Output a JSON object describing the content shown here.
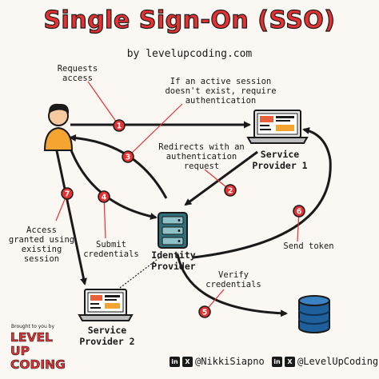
{
  "title": "Single Sign-On (SSO)",
  "byline": "by levelupcoding.com",
  "nodes": {
    "sp1": "Service\nProvider 1",
    "sp2": "Service\nProvider 2",
    "idp": "Identity\nProvider"
  },
  "steps": {
    "s1": "1",
    "s2": "2",
    "s3": "3",
    "s4": "4",
    "s5": "5",
    "s6": "6",
    "s7": "7"
  },
  "notes": {
    "requests_access": "Requests\naccess",
    "no_session": "If an active session\ndoesn't exist, require\nauthentication",
    "redirects": "Redirects with an\nauthentication\nrequest",
    "submit": "Submit\ncredentials",
    "access_granted": "Access\ngranted using\nexisting\nsession",
    "send_token": "Send token",
    "verify": "Verify\ncredentials"
  },
  "brand": {
    "brought": "Brought to you by",
    "name_line1": "LEVEL UP",
    "name_line2": "CODING"
  },
  "social": {
    "handle1": "@NikkiSiapno",
    "handle2": "@LevelUpCoding",
    "linkedin_icon_text": "in",
    "x_icon_text": "X"
  },
  "colors": {
    "accent_red": "#e53131",
    "dark": "#1a1a1a",
    "server_teal": "#2f6f7a",
    "database_blue": "#1f5f9c",
    "user_orange": "#f4a531"
  }
}
